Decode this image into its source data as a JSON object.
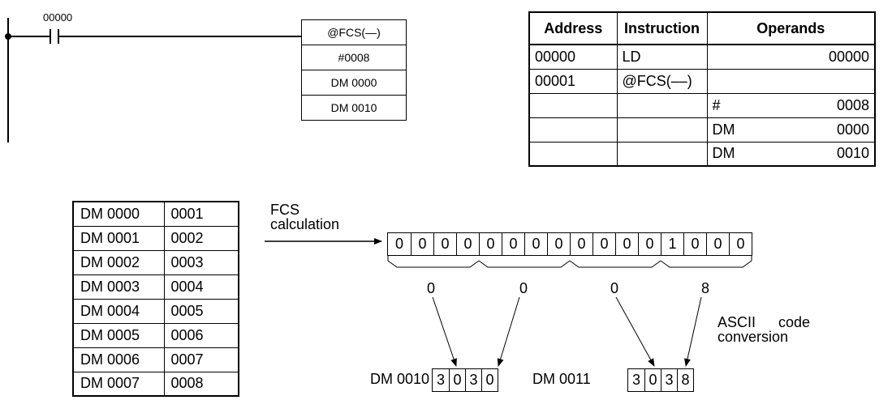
{
  "ladder": {
    "contact_address": "00000",
    "instruction_lines": [
      "@FCS(—)",
      "#0008",
      "DM 0000",
      "DM 0010"
    ]
  },
  "mnemonic_table": {
    "headers": [
      "Address",
      "Instruction",
      "Operands"
    ],
    "rows": [
      {
        "address": "00000",
        "instruction": "LD",
        "op1": "",
        "op2": "00000"
      },
      {
        "address": "00001",
        "instruction": "@FCS(––)",
        "op1": "",
        "op2": ""
      },
      {
        "address": "",
        "instruction": "",
        "op1": "#",
        "op2": "0008"
      },
      {
        "address": "",
        "instruction": "",
        "op1": "DM",
        "op2": "0000"
      },
      {
        "address": "",
        "instruction": "",
        "op1": "DM",
        "op2": "0010"
      }
    ]
  },
  "dm_table": {
    "rows": [
      {
        "address": "DM 0000",
        "value": "0001"
      },
      {
        "address": "DM 0001",
        "value": "0002"
      },
      {
        "address": "DM 0002",
        "value": "0003"
      },
      {
        "address": "DM 0003",
        "value": "0004"
      },
      {
        "address": "DM 0004",
        "value": "0005"
      },
      {
        "address": "DM 0005",
        "value": "0006"
      },
      {
        "address": "DM 0006",
        "value": "0007"
      },
      {
        "address": "DM 0007",
        "value": "0008"
      }
    ]
  },
  "fcs": {
    "label_line1": "FCS",
    "label_line2": "calculation",
    "bits": [
      "0",
      "0",
      "0",
      "0",
      "0",
      "0",
      "0",
      "0",
      "0",
      "0",
      "0",
      "0",
      "1",
      "0",
      "0",
      "0"
    ],
    "hex_digits": [
      "0",
      "0",
      "0",
      "8"
    ],
    "ascii_label_word1": "ASCII",
    "ascii_label_word2": "code",
    "ascii_label_line2": "conversion"
  },
  "results": [
    {
      "label": "DM 0010",
      "digits": [
        "3",
        "0",
        "3",
        "0"
      ]
    },
    {
      "label": "DM 0011",
      "digits": [
        "3",
        "0",
        "3",
        "8"
      ]
    }
  ]
}
